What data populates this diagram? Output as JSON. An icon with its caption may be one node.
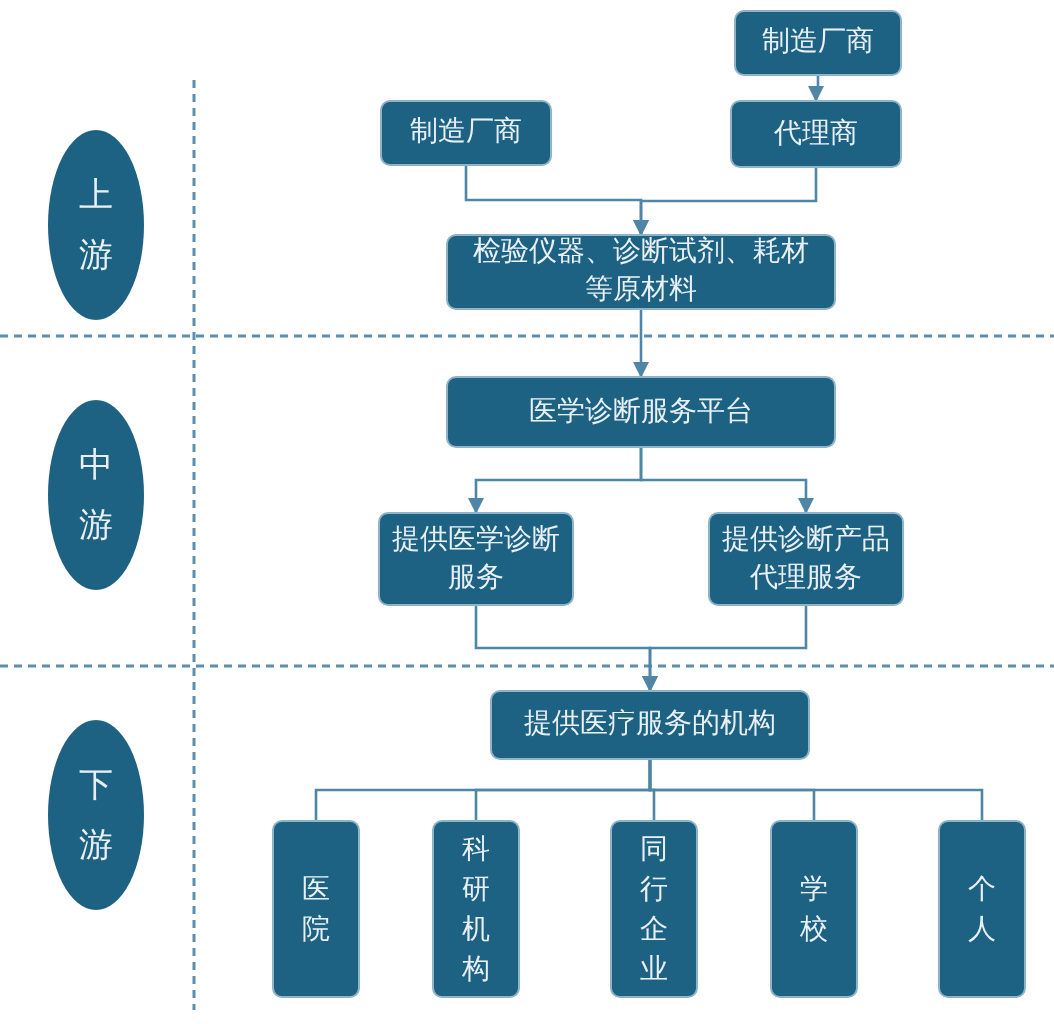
{
  "diagram": {
    "nodes": [
      {
        "text": [
          "上游"
        ]
      },
      {
        "text": [
          "中游"
        ]
      },
      {
        "text": [
          "下游"
        ]
      },
      {
        "text": [
          "制造厂商"
        ]
      },
      {
        "text": [
          "制造厂商"
        ]
      },
      {
        "text": [
          "代理商"
        ]
      },
      {
        "text": [
          "检验仪器、诊断试剂、耗材等原材料"
        ]
      },
      {
        "text": [
          "医学诊断服务平台"
        ]
      },
      {
        "text": [
          "提供医学诊断服务"
        ]
      },
      {
        "text": [
          "提供诊断产品代理服务"
        ]
      },
      {
        "text": [
          "提供医疗服务的机构"
        ]
      },
      {
        "text": [
          "医院"
        ]
      },
      {
        "text": [
          "科研机构"
        ]
      },
      {
        "text": [
          "同行企业"
        ]
      },
      {
        "text": [
          "学校"
        ]
      },
      {
        "text": [
          "个人"
        ]
      }
    ],
    "edges": [
      {
        "from": 3,
        "to": 5,
        "arrow": "to"
      },
      {
        "from": 4,
        "to": 6,
        "arrow": "to"
      },
      {
        "from": 5,
        "to": 6,
        "arrow": "to"
      },
      {
        "from": 6,
        "to": 7,
        "arrow": "to"
      },
      {
        "from": 7,
        "to": 8,
        "arrow": "to"
      },
      {
        "from": 7,
        "to": 9,
        "arrow": "to"
      },
      {
        "from": 8,
        "to": 10,
        "arrow": "to"
      },
      {
        "from": 9,
        "to": 10,
        "arrow": "to"
      },
      {
        "from": 10,
        "to": 11,
        "arrow": "none"
      },
      {
        "from": 10,
        "to": 12,
        "arrow": "none"
      },
      {
        "from": 10,
        "to": 13,
        "arrow": "none"
      },
      {
        "from": 10,
        "to": 14,
        "arrow": "none"
      },
      {
        "from": 10,
        "to": 15,
        "arrow": "none"
      }
    ]
  }
}
